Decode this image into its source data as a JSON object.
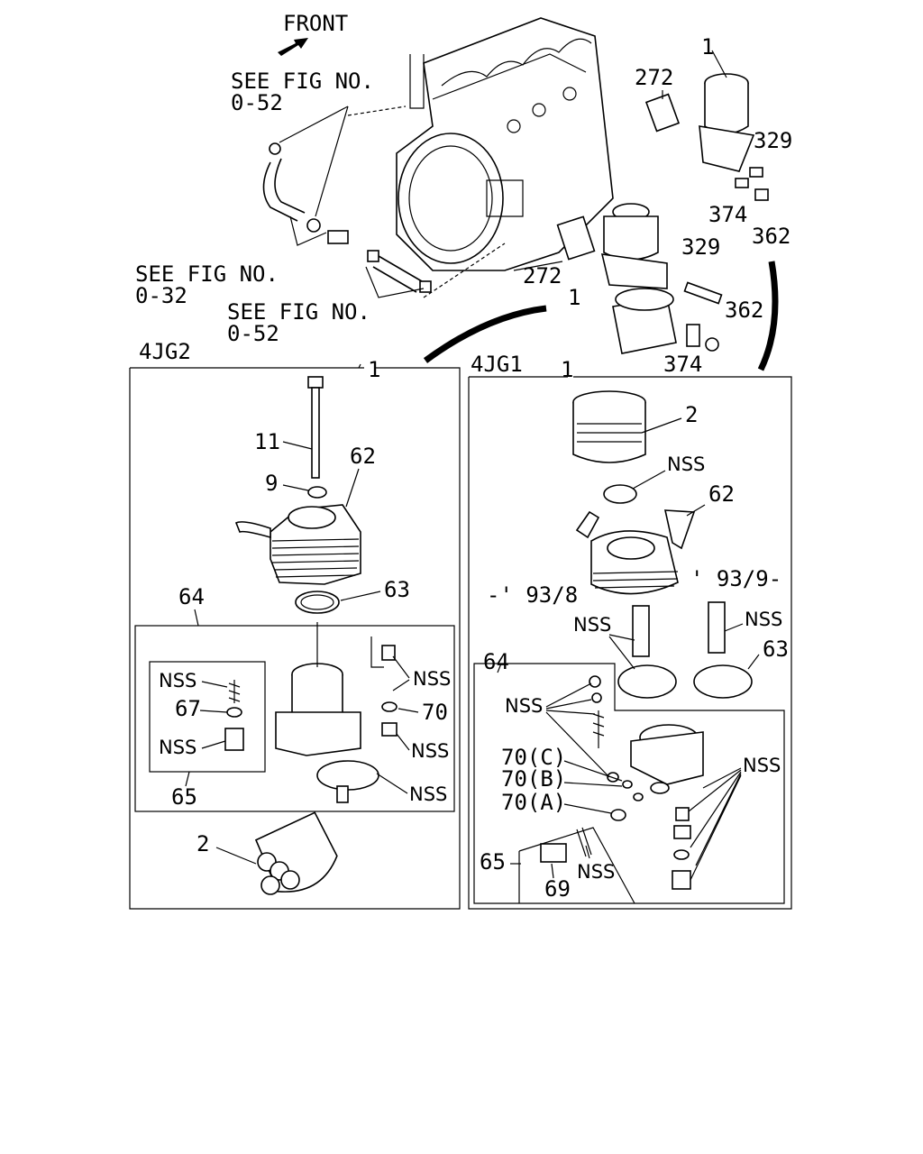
{
  "header": {
    "front": "FRONT",
    "ref1": "SEE FIG NO.",
    "ref1_code": "0-52",
    "ref2": "SEE FIG NO.",
    "ref2_code": "0-32",
    "ref3": "SEE FIG NO.",
    "ref3_code": "0-52"
  },
  "top_callouts": {
    "a1": "1",
    "a272": "272",
    "a329": "329",
    "a374": "374",
    "a362": "362",
    "b272": "272",
    "b1": "1",
    "b329": "329",
    "b362": "362",
    "b374": "374"
  },
  "left_panel": {
    "title": "4JG2",
    "ref": "1",
    "labels": {
      "p11": "11",
      "p9": "9",
      "p62": "62",
      "p64": "64",
      "p63": "63",
      "nss_a": "NSS",
      "p67": "67",
      "nss_b": "NSS",
      "p65": "65",
      "nss_c": "NSS",
      "p70": "70",
      "nss_d": "NSS",
      "nss_e": "NSS",
      "p2": "2"
    }
  },
  "right_panel": {
    "title": "4JG1",
    "ref": "1",
    "labels": {
      "p2": "2",
      "nss_a": "NSS",
      "p62": "62",
      "date_a": "-' 93/8",
      "date_b": "' 93/9-",
      "nss_b": "NSS",
      "nss_c": "NSS",
      "p64": "64",
      "p63": "63",
      "nss_d": "NSS",
      "p70c": "70(C)",
      "p70b": "70(B)",
      "p70a": "70(A)",
      "nss_e": "NSS",
      "p65": "65",
      "nss_f": "NSS",
      "p69": "69"
    }
  },
  "colors": {
    "ink": "#000000",
    "paper": "#ffffff"
  }
}
